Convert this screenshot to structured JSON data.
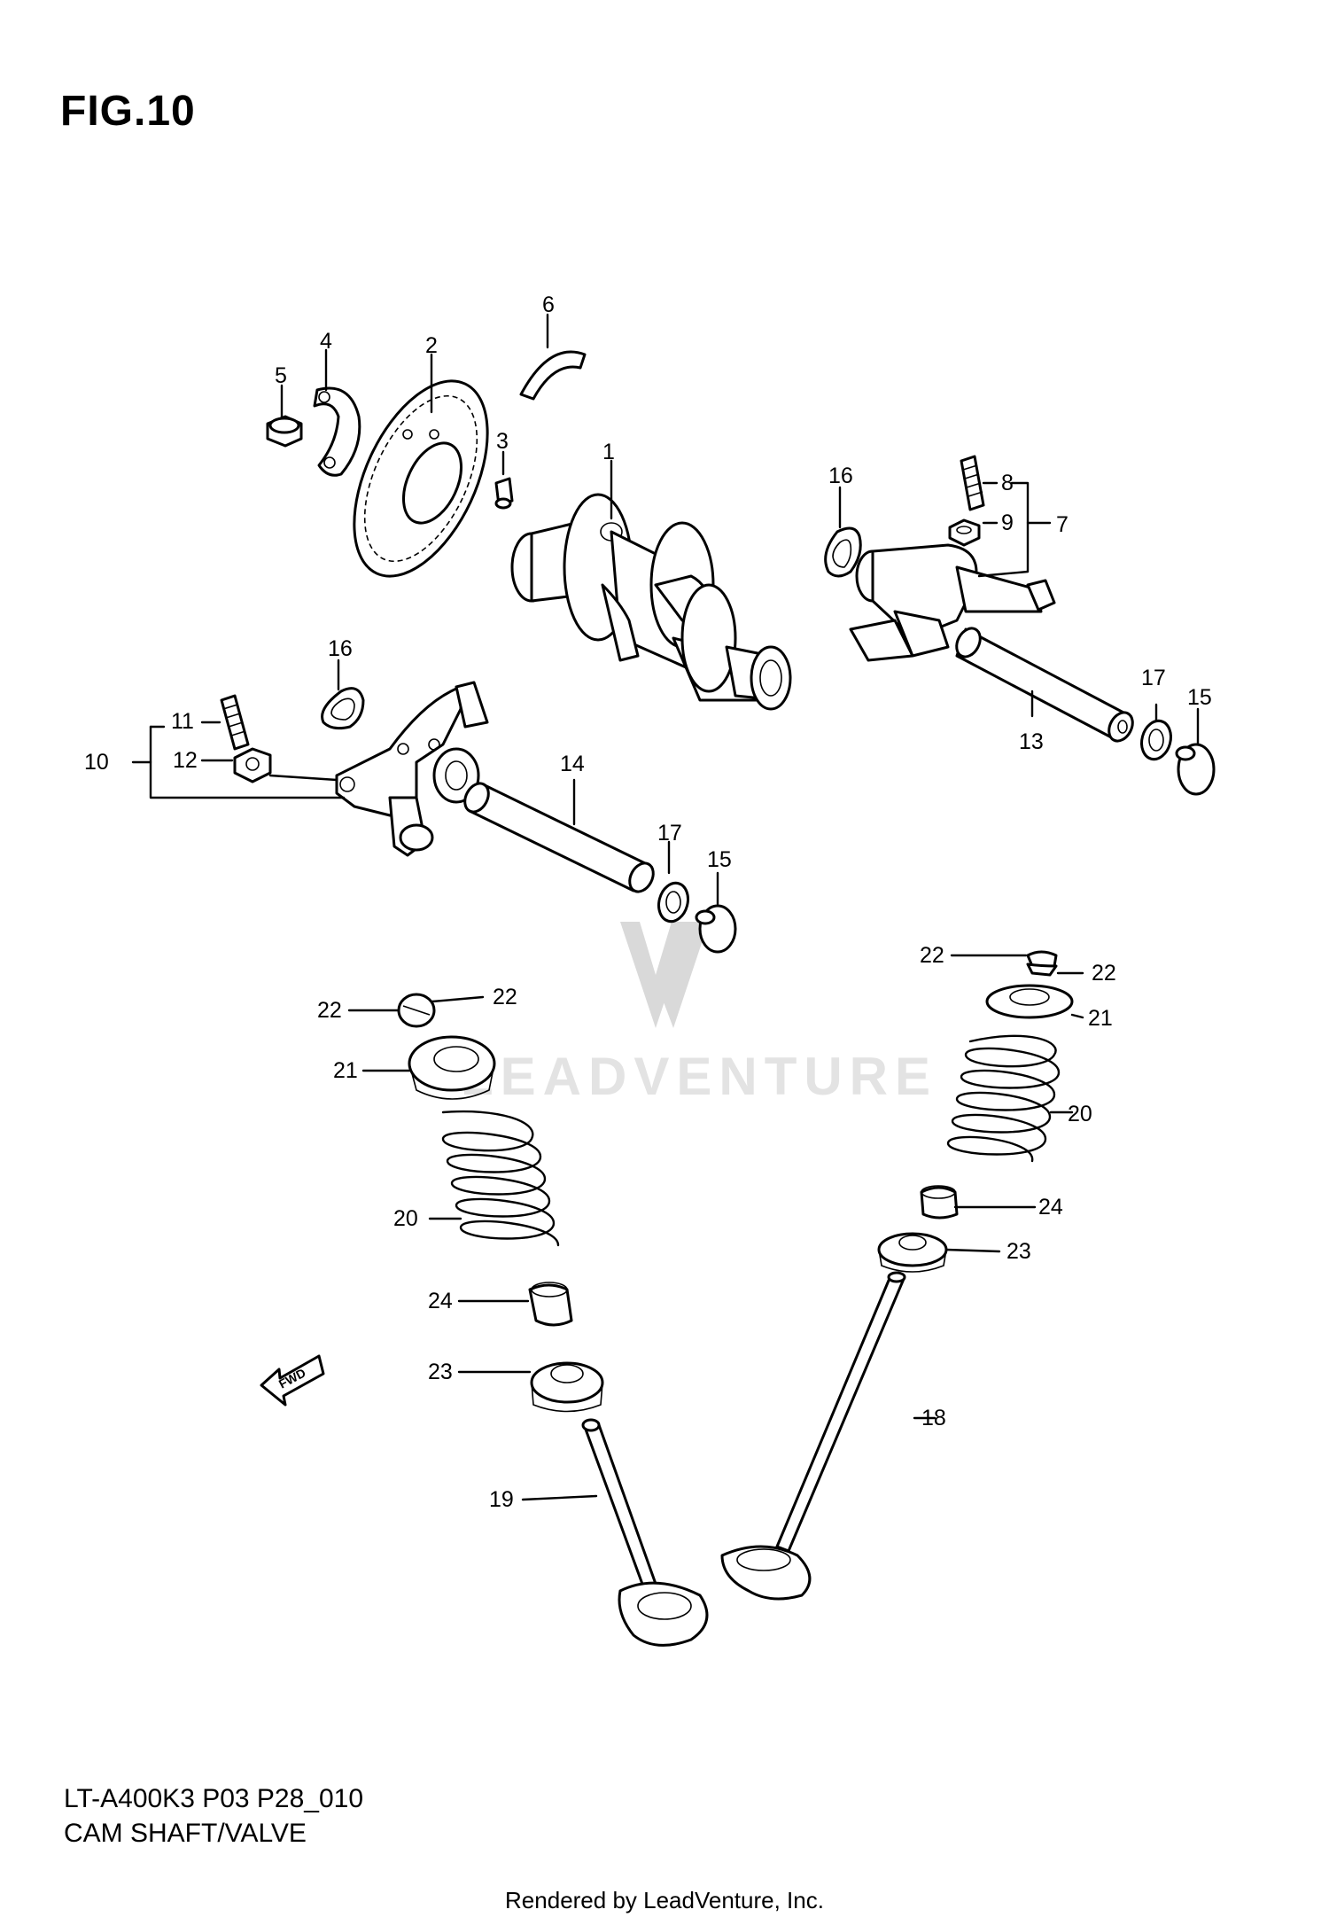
{
  "figure": {
    "title": "FIG.10"
  },
  "footer": {
    "code": "LT-A400K3 P03 P28_010",
    "title": "CAM SHAFT/VALVE",
    "rendered_by": "Rendered by LeadVenture, Inc."
  },
  "watermark": {
    "text": "LEADVENTURE"
  },
  "fwd_label": "FWD",
  "callouts": [
    {
      "id": "c1",
      "label": "1"
    },
    {
      "id": "c2",
      "label": "2"
    },
    {
      "id": "c3",
      "label": "3"
    },
    {
      "id": "c4",
      "label": "4"
    },
    {
      "id": "c5",
      "label": "5"
    },
    {
      "id": "c6",
      "label": "6"
    },
    {
      "id": "c7",
      "label": "7"
    },
    {
      "id": "c8",
      "label": "8"
    },
    {
      "id": "c9",
      "label": "9"
    },
    {
      "id": "c10",
      "label": "10"
    },
    {
      "id": "c11",
      "label": "11"
    },
    {
      "id": "c12",
      "label": "12"
    },
    {
      "id": "c13",
      "label": "13"
    },
    {
      "id": "c14",
      "label": "14"
    },
    {
      "id": "c15a",
      "label": "15"
    },
    {
      "id": "c15b",
      "label": "15"
    },
    {
      "id": "c16a",
      "label": "16"
    },
    {
      "id": "c16b",
      "label": "16"
    },
    {
      "id": "c17a",
      "label": "17"
    },
    {
      "id": "c17b",
      "label": "17"
    },
    {
      "id": "c18",
      "label": "18"
    },
    {
      "id": "c19",
      "label": "19"
    },
    {
      "id": "c20a",
      "label": "20"
    },
    {
      "id": "c20b",
      "label": "20"
    },
    {
      "id": "c21a",
      "label": "21"
    },
    {
      "id": "c21b",
      "label": "21"
    },
    {
      "id": "c22a",
      "label": "22"
    },
    {
      "id": "c22b",
      "label": "22"
    },
    {
      "id": "c22c",
      "label": "22"
    },
    {
      "id": "c22d",
      "label": "22"
    },
    {
      "id": "c23a",
      "label": "23"
    },
    {
      "id": "c23b",
      "label": "23"
    },
    {
      "id": "c24a",
      "label": "24"
    },
    {
      "id": "c24b",
      "label": "24"
    }
  ]
}
